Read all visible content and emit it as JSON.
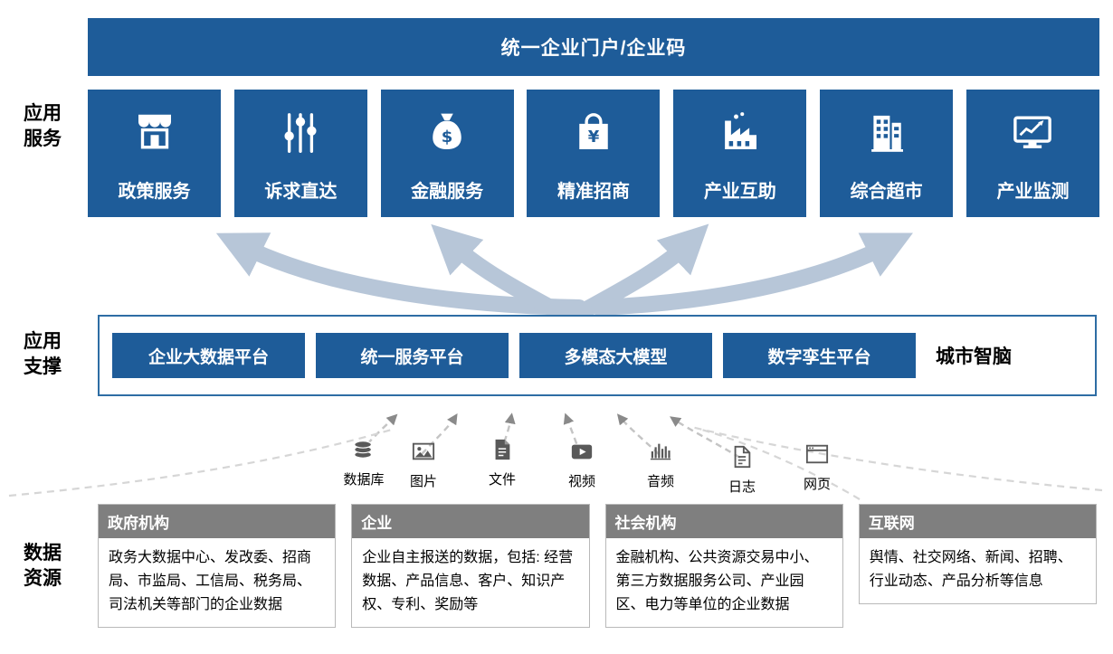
{
  "top_banner": {
    "title": "统一企业门户/企业码"
  },
  "side_labels": [
    {
      "label": "应用\n服务"
    },
    {
      "label": "应用\n支撑"
    },
    {
      "label": "数据\n资源"
    }
  ],
  "app_services": {
    "items": [
      {
        "label": "政策服务",
        "icon": "storefront-icon"
      },
      {
        "label": "诉求直达",
        "icon": "sliders-icon"
      },
      {
        "label": "金融服务",
        "icon": "money-bag-icon"
      },
      {
        "label": "精准招商",
        "icon": "shopping-bag-yuan-icon"
      },
      {
        "label": "产业互助",
        "icon": "factory-icon"
      },
      {
        "label": "综合超市",
        "icon": "building-icon"
      },
      {
        "label": "产业监测",
        "icon": "monitor-chart-icon"
      }
    ]
  },
  "support_band": {
    "platforms": [
      {
        "label": "企业大数据平台"
      },
      {
        "label": "统一服务平台"
      },
      {
        "label": "多模态大模型"
      },
      {
        "label": "数字孪生平台"
      }
    ],
    "brain_label": "城市智脑"
  },
  "data_types": [
    {
      "label": "数据库",
      "icon": "database-icon"
    },
    {
      "label": "图片",
      "icon": "image-icon"
    },
    {
      "label": "文件",
      "icon": "file-icon"
    },
    {
      "label": "视频",
      "icon": "video-icon"
    },
    {
      "label": "音频",
      "icon": "audio-icon"
    },
    {
      "label": "日志",
      "icon": "log-icon"
    },
    {
      "label": "网页",
      "icon": "webpage-icon"
    }
  ],
  "data_sources": [
    {
      "title": "政府机构",
      "body": "政务大数据中心、发改委、招商局、市监局、工信局、税务局、司法机关等部门的企业数据"
    },
    {
      "title": "企业",
      "body": "企业自主报送的数据，包括: 经营数据、产品信息、客户、知识产权、专利、奖励等"
    },
    {
      "title": "社会机构",
      "body": "金融机构、公共资源交易中小、第三方数据服务公司、产业园区、电力等单位的企业数据"
    },
    {
      "title": "互联网",
      "body": "舆情、社交网络、新闻、招聘、行业动态、产品分析等信息"
    }
  ],
  "colors": {
    "primary_blue": "#1E5C99",
    "band_border": "#2E6DA4",
    "header_gray": "#7F7F7F",
    "arrow_blue_gray": "#B7C6D8",
    "icon_gray": "#595959"
  }
}
